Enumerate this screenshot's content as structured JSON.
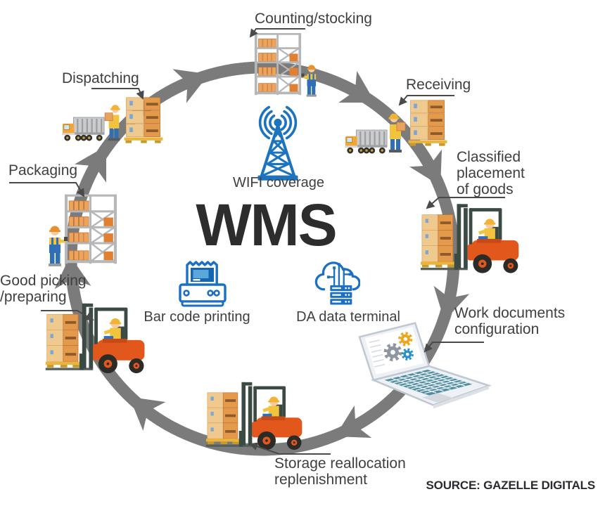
{
  "center": {
    "title": "WMS",
    "features": [
      {
        "id": "wifi",
        "label": "WIFI coverage",
        "icon": "radio-tower-icon"
      },
      {
        "id": "barcode",
        "label": "Bar code printing",
        "icon": "barcode-printer-icon"
      },
      {
        "id": "da_terminal",
        "label": "DA data terminal",
        "icon": "cloud-server-icon"
      }
    ]
  },
  "stages": [
    {
      "id": "counting",
      "label": "Counting/stocking",
      "lines": [
        "Counting/stocking"
      ],
      "icons": [
        "storage-rack-icon",
        "warehouse-worker-icon"
      ]
    },
    {
      "id": "receiving",
      "label": "Receiving",
      "lines": [
        "Receiving"
      ],
      "icons": [
        "truck-icon",
        "warehouse-worker-icon",
        "pallet-boxes-icon"
      ]
    },
    {
      "id": "classified",
      "label": "Classified placement of goods",
      "lines": [
        "Classified",
        "placement",
        "of goods"
      ],
      "icons": [
        "forklift-icon"
      ]
    },
    {
      "id": "work_documents",
      "label": "Work documents configuration",
      "lines": [
        "Work documents",
        "configuration"
      ],
      "icons": [
        "laptop-gears-icon"
      ]
    },
    {
      "id": "storage",
      "label": "Storage reallocation replenishment",
      "lines": [
        "Storage reallocation",
        "replenishment"
      ],
      "icons": [
        "forklift-icon"
      ]
    },
    {
      "id": "good_picking",
      "label": "Good picking /preparing",
      "lines": [
        "Good picking",
        "/preparing"
      ],
      "icons": [
        "forklift-icon"
      ]
    },
    {
      "id": "packaging",
      "label": "Packaging",
      "lines": [
        "Packaging"
      ],
      "icons": [
        "storage-rack-icon",
        "warehouse-worker-icon"
      ]
    },
    {
      "id": "dispatching",
      "label": "Dispatching",
      "lines": [
        "Dispatching"
      ],
      "icons": [
        "truck-icon",
        "warehouse-worker-icon",
        "pallet-boxes-icon"
      ]
    }
  ],
  "footer": {
    "source": "SOURCE: GAZELLE DIGITALS"
  },
  "colors": {
    "ring_gray": "#7b7b7b",
    "label_text": "#3f3f3f",
    "wms_text": "#2d2d2d",
    "icon_blue": "#1b74bd",
    "box_orange": "#e39a4b",
    "box_tan": "#f0c98f",
    "pallet_yellow": "#eab53c",
    "forklift_orange": "#e2571c",
    "forklift_mast": "#3b4a43",
    "worker_shirt": "#f2c33c",
    "worker_pants": "#2f6fb5",
    "truck_trailer": "#cbccce",
    "truck_cab": "#f2a637"
  }
}
